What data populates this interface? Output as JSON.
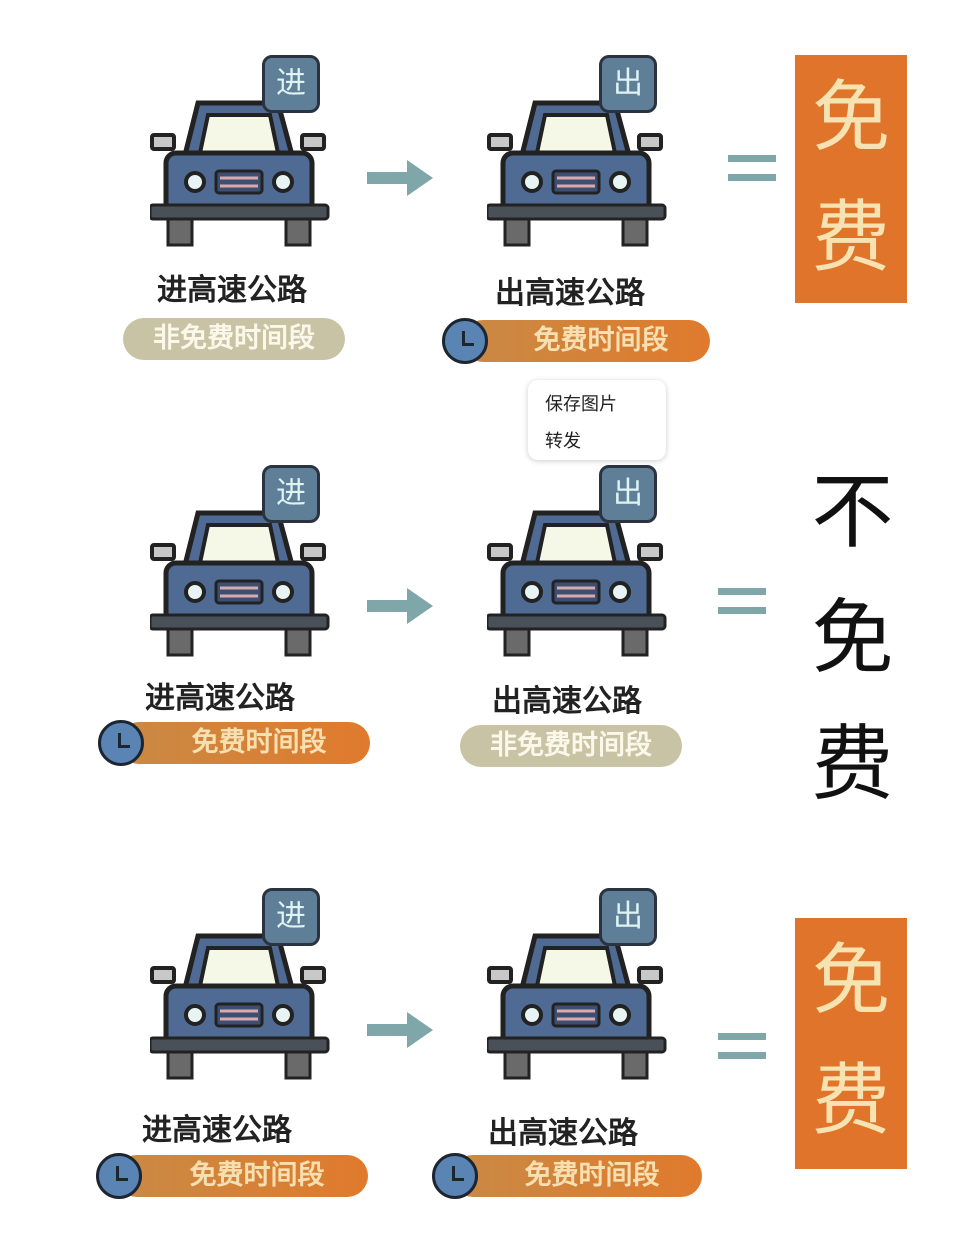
{
  "rows": [
    {
      "enter": {
        "badge": "进",
        "label": "进高速公路",
        "period": "非免费时间段",
        "free": false
      },
      "exit": {
        "badge": "出",
        "label": "出高速公路",
        "period": "免费时间段",
        "free": true
      },
      "result": [
        "免",
        "费"
      ],
      "result_style": "orange-box"
    },
    {
      "enter": {
        "badge": "进",
        "label": "进高速公路",
        "period": "免费时间段",
        "free": true
      },
      "exit": {
        "badge": "出",
        "label": "出高速公路",
        "period": "非免费时间段",
        "free": false
      },
      "result": [
        "不",
        "免",
        "费"
      ],
      "result_style": "plain"
    },
    {
      "enter": {
        "badge": "进",
        "label": "进高速公路",
        "period": "免费时间段",
        "free": true
      },
      "exit": {
        "badge": "出",
        "label": "出高速公路",
        "period": "免费时间段",
        "free": true
      },
      "result": [
        "免",
        "费"
      ],
      "result_style": "orange-box"
    }
  ],
  "context_menu": {
    "items": [
      "保存图片",
      "转发"
    ]
  },
  "colors": {
    "orange": "#e0742a",
    "car_body": "#4f6b94",
    "badge": "#5f7f99",
    "arrow": "#7fa6a8",
    "nonfree_pill": "#c8c3a4"
  }
}
